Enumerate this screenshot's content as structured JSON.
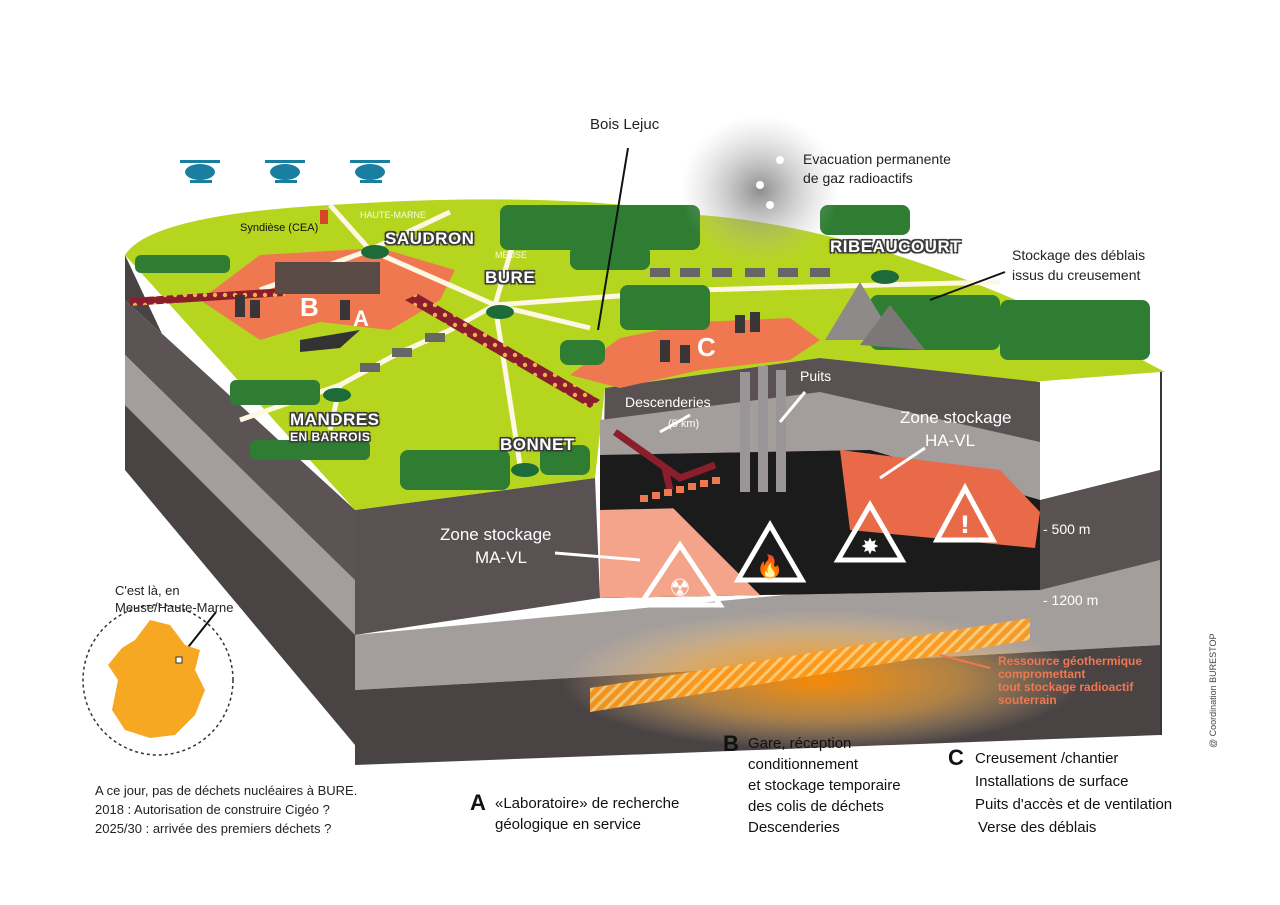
{
  "places": {
    "saudron": "SAUDRON",
    "bure": "BURE",
    "ribeaucourt": "RIBEAUCOURT",
    "mandres": "MANDRES",
    "mandres_sub": "EN BARROIS",
    "bonnet": "BONNET",
    "syndiese": "Syndièse (CEA)",
    "haute_marne": "HAUTE-MARNE",
    "meuse": "MEUSE"
  },
  "callouts": {
    "bois_lejuc": "Bois Lejuc",
    "evacuation_line1": "Evacuation permanente",
    "evacuation_line2": "de gaz radioactifs",
    "stockage_deblais_line1": "Stockage des déblais",
    "stockage_deblais_line2": "issus du creusement",
    "puits": "Puits",
    "descenderies": "Descenderies",
    "descenderies_km": "(5 km)",
    "zone_havl_line1": "Zone stockage",
    "zone_havl_line2": "HA-VL",
    "zone_mavl_line1": "Zone stockage",
    "zone_mavl_line2": "MA-VL",
    "depth_500": "- 500 m",
    "depth_1200": "- 1200 m"
  },
  "site_letters": {
    "a": "A",
    "b": "B",
    "c": "C"
  },
  "geothermal": {
    "line1": "Ressource géothermique",
    "line2": "compromettant",
    "line3": "tout stockage radioactif",
    "line4": "souterrain"
  },
  "france_map": {
    "label_line1": "C'est là, en",
    "label_line2": "Meuse/Haute-Marne"
  },
  "notes": [
    "A ce jour, pas de déchets nucléaires à BURE.",
    "2018 : Autorisation de construire Cigéo ?",
    "2025/30 : arrivée des premiers déchets ?"
  ],
  "legend": {
    "a_letter": "A",
    "a_line1": "«Laboratoire» de recherche",
    "a_line2": "géologique en service",
    "b_letter": "B",
    "b_line1": "Gare, réception",
    "b_line2": "conditionnement",
    "b_line3": "et stockage temporaire",
    "b_line4": "des colis de déchets",
    "b_line5": "Descenderies",
    "c_letter": "C",
    "c_line1": "Creusement /chantier",
    "c_line2": "Installations de surface",
    "c_line3": "Puits d'accès et de ventilation",
    "c_line4": "Verse des déblais"
  },
  "credit": "@ Coordination BURESTOP",
  "colors": {
    "grass": "#b6d51e",
    "orange": "#f07850",
    "soil_dark": "#595152",
    "soil_light": "#a39d9b",
    "forest": "#2e7d32",
    "france": "#f7a823",
    "helicopter": "#1a7ea0"
  }
}
